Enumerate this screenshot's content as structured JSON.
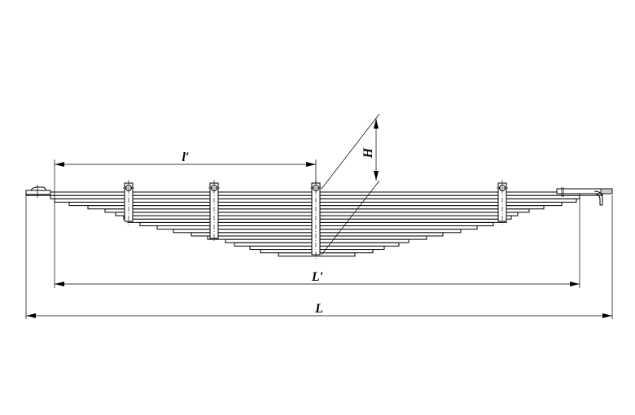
{
  "drawing": {
    "subject": "leaf-spring",
    "leaf_count": 19,
    "clamp_count": 4,
    "dimensions": {
      "half_length_label": "l′",
      "working_length_label": "L′",
      "total_length_label": "L",
      "camber_label": "H"
    },
    "colors": {
      "line": "#000000",
      "background": "#ffffff"
    }
  }
}
